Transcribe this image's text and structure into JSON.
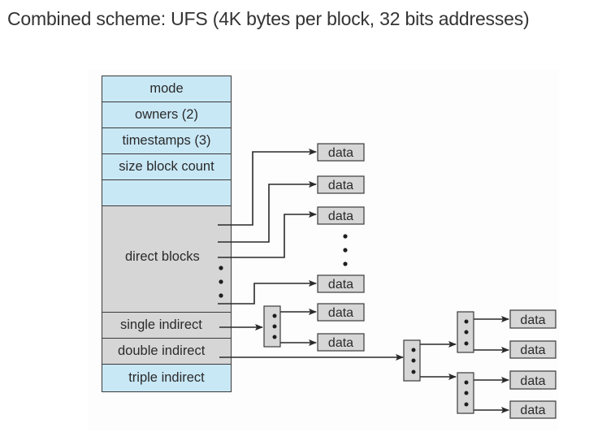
{
  "title": "Combined scheme: UFS (4K bytes per block, 32 bits addresses)",
  "inode": {
    "fields": [
      {
        "label": "mode",
        "color": "blue"
      },
      {
        "label": "owners (2)",
        "color": "blue"
      },
      {
        "label": "timestamps (3)",
        "color": "blue"
      },
      {
        "label": "size block count",
        "color": "blue"
      },
      {
        "label": "",
        "color": "blue"
      },
      {
        "label": "direct blocks",
        "color": "gray"
      },
      {
        "label": "single indirect",
        "color": "gray"
      },
      {
        "label": "double indirect",
        "color": "gray"
      },
      {
        "label": "triple indirect",
        "color": "blue"
      }
    ]
  },
  "data_label": "data",
  "colors": {
    "inode_blue": "#c9e8f6",
    "inode_gray": "#d6d6d6",
    "data_box": "#d6d6d6",
    "line": "#2a2a2a"
  }
}
